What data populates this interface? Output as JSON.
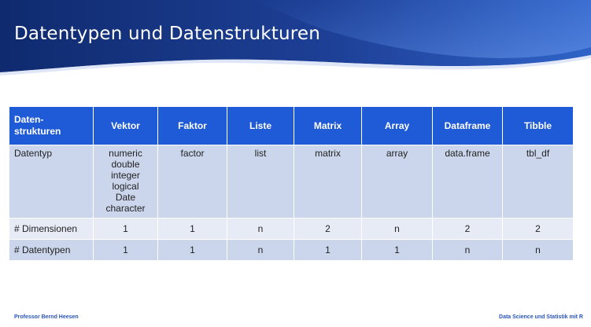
{
  "slide": {
    "title": "Datentypen und Datenstrukturen"
  },
  "table": {
    "headers": [
      "Daten-\nstrukturen",
      "Vektor",
      "Faktor",
      "Liste",
      "Matrix",
      "Array",
      "Dataframe",
      "Tibble"
    ],
    "header_first_line1": "Daten-",
    "header_first_line2": "strukturen",
    "rows": [
      {
        "label": "Datentyp",
        "cells": [
          "numeric\ndouble\ninteger\nlogical\nDate\ncharacter",
          "factor",
          "list",
          "matrix",
          "array",
          "data.frame",
          "tbl_df"
        ],
        "vektor_types": [
          "numeric",
          "double",
          "integer",
          "logical",
          "Date",
          "character"
        ]
      },
      {
        "label": "# Dimensionen",
        "cells": [
          "1",
          "1",
          "n",
          "2",
          "n",
          "2",
          "2"
        ]
      },
      {
        "label": "# Datentypen",
        "cells": [
          "1",
          "1",
          "n",
          "1",
          "1",
          "n",
          "n"
        ]
      }
    ]
  },
  "footer": {
    "left": "Professor Bernd Heesen",
    "right": "Data Science und Statistik mit R"
  },
  "colors": {
    "header_bg": "#1f5bd6",
    "row_dark": "#cbd6ec",
    "row_light": "#e6ebf5",
    "banner_dark": "#0f2a6e",
    "banner_light": "#2f63c8",
    "footer_text": "#2a55b8"
  }
}
